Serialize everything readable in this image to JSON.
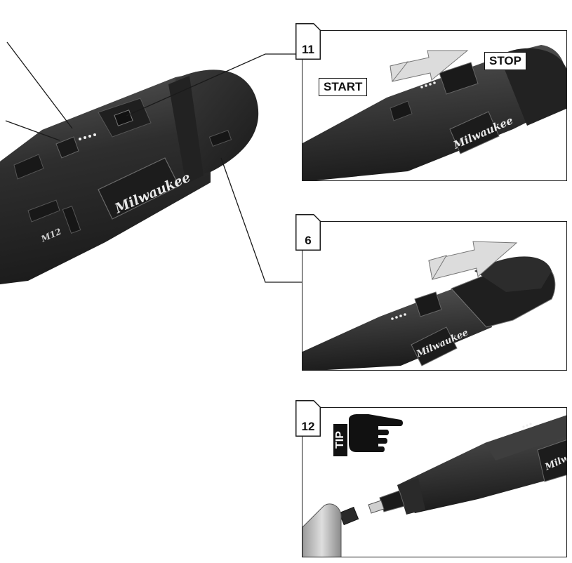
{
  "tool": {
    "brand": "Milwaukee",
    "model": "M12"
  },
  "steps": [
    {
      "number": "11",
      "labels": {
        "start": "START",
        "stop": "STOP"
      }
    },
    {
      "number": "6"
    },
    {
      "number": "12",
      "tip": "TIP"
    }
  ],
  "colors": {
    "line": "#1a1a1a",
    "tool_dark": "#2b2b2b",
    "tool_mid": "#4a4a4a",
    "arrow_fill": "#dcdcdc"
  }
}
